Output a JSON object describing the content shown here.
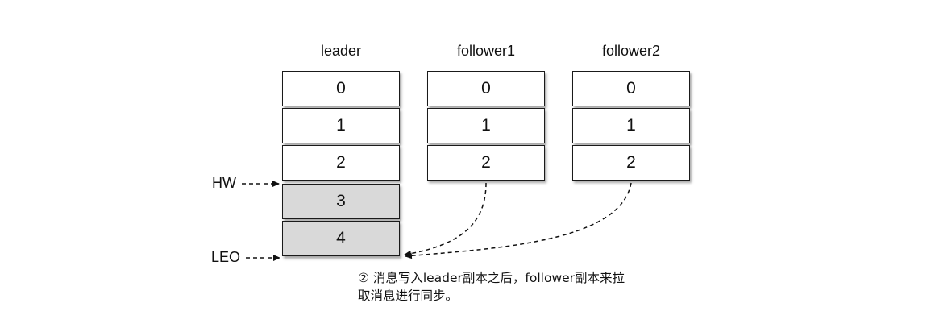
{
  "replicas": [
    {
      "name": "leader",
      "cells": [
        "0",
        "1",
        "2",
        "3",
        "4"
      ]
    },
    {
      "name": "follower1",
      "cells": [
        "0",
        "1",
        "2"
      ]
    },
    {
      "name": "follower2",
      "cells": [
        "0",
        "1",
        "2"
      ]
    }
  ],
  "markers": {
    "hw": "HW",
    "leo": "LEO"
  },
  "caption": {
    "line1": "② 消息写入leader副本之后，follower副本来拉",
    "line2": "取消息进行同步。"
  },
  "colors": {
    "committed_fill": "#ffffff",
    "uncommitted_fill": "#d9d9d9",
    "border": "#1a1a1a"
  }
}
